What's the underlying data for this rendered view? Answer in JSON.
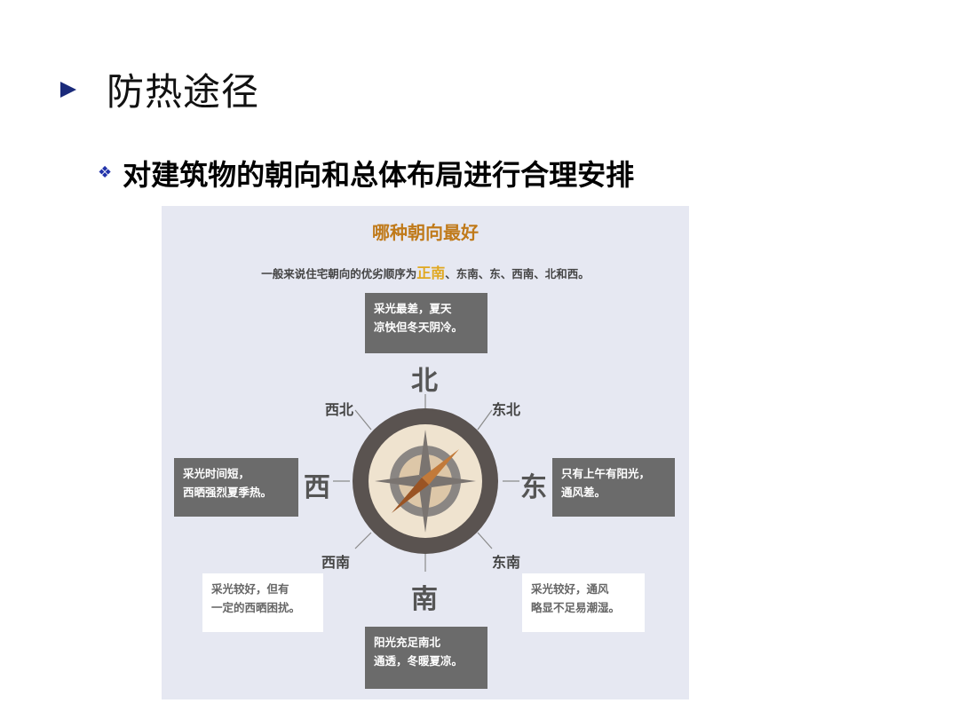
{
  "slide": {
    "heading": "防热途径",
    "bullet": "对建筑物的朝向和总体布局进行合理安排"
  },
  "figure": {
    "title": "哪种朝向最好",
    "subtitle_prefix": "一般来说住宅朝向的优劣顺序为",
    "subtitle_highlight": "正南",
    "subtitle_suffix": "、东南、东、西南、北和西。",
    "directions": {
      "north": "北",
      "south": "南",
      "east": "东",
      "west": "西",
      "northwest": "西北",
      "northeast": "东北",
      "southwest": "西南",
      "southeast": "东南"
    },
    "notes": {
      "north": [
        "采光最差，夏天",
        "凉快但冬天阴冷。"
      ],
      "west": [
        "采光时间短，",
        "西晒强烈夏季热。"
      ],
      "east": [
        "只有上午有阳光，",
        "通风差。"
      ],
      "southwest": [
        "采光较好，但有",
        "一定的西晒困扰。"
      ],
      "southeast": [
        "采光较好，通风",
        "略显不足易潮湿。"
      ],
      "south": [
        "阳光充足南北",
        "通透，冬暖夏凉。"
      ]
    },
    "colors": {
      "highlight": "#e0a820",
      "title": "#c07a1a",
      "note_dark": "#6b6b6b",
      "compass_ring": "#5a5350",
      "compass_face": "#efe3cf",
      "needle": "#b8692e"
    }
  }
}
